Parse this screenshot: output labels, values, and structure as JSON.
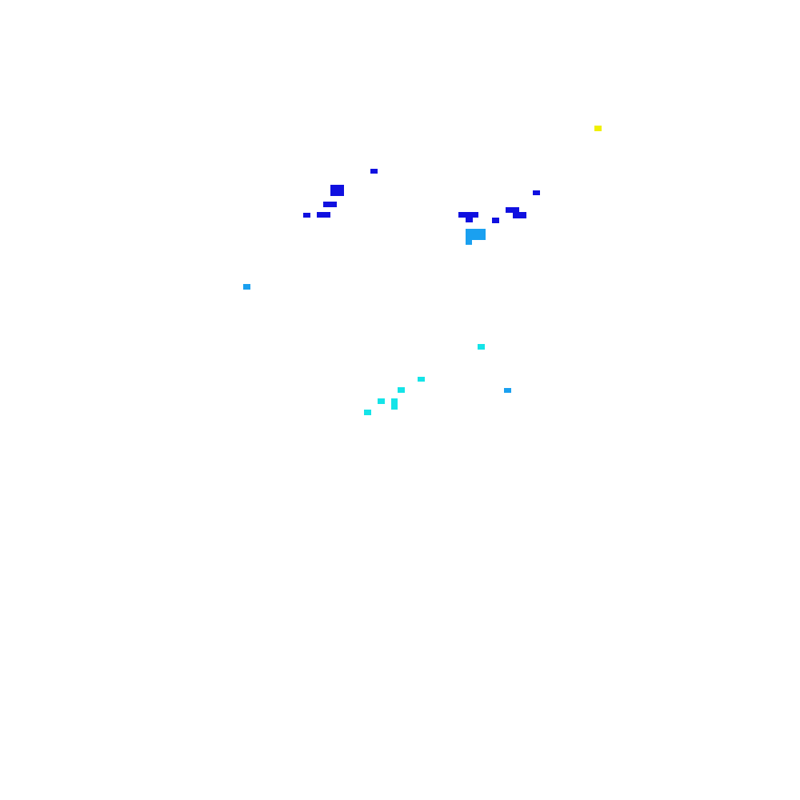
{
  "palette": {
    "background": "#ffffff",
    "dark_blue": "#1010e0",
    "sky_blue": "#1aa0f0",
    "cyan": "#14e4e8",
    "yellow": "#f0f000"
  },
  "cell_groups": [
    {
      "name": "dark-blue-cells",
      "color_key": "dark_blue",
      "count": 16
    },
    {
      "name": "sky-blue-cells",
      "color_key": "sky_blue",
      "count": 5
    },
    {
      "name": "cyan-cells",
      "color_key": "cyan",
      "count": 7
    },
    {
      "name": "yellow-cells",
      "color_key": "yellow",
      "count": 1
    }
  ]
}
